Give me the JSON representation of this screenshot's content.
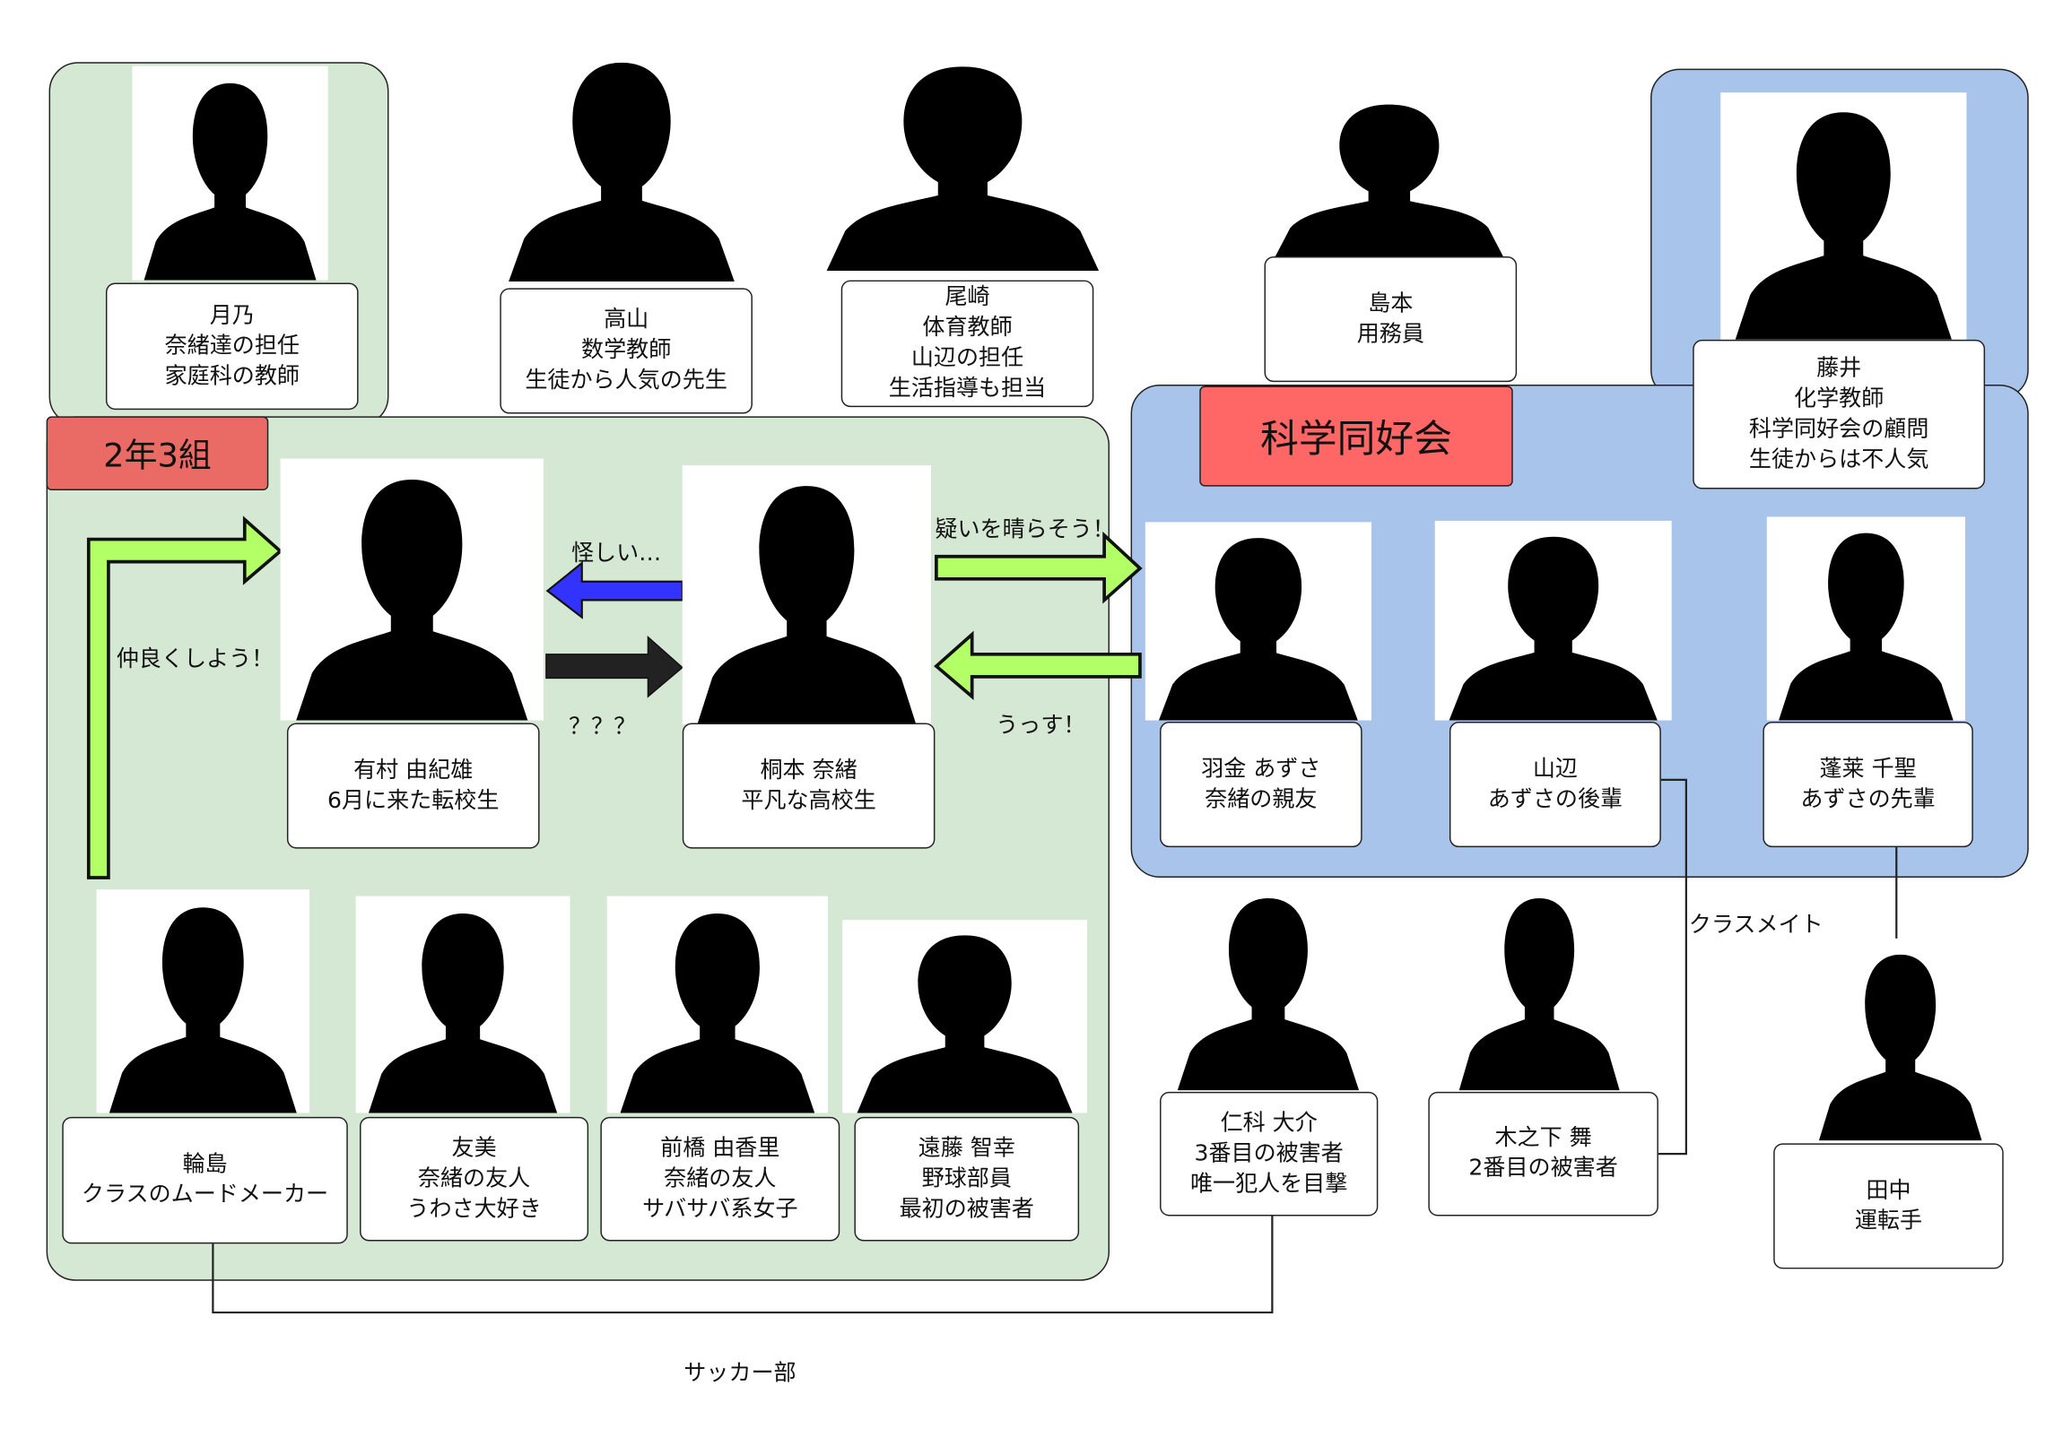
{
  "groups": {
    "class_label": "2年3組",
    "club_label": "科学同好会"
  },
  "colors": {
    "class_group": "#d5e8d4",
    "club_group": "#a9c4eb",
    "tag": "#ea6b66",
    "friendly_arrow": "#b3ff66",
    "suspicion_arrow": "#3333ff",
    "unknown_arrow": "#222222"
  },
  "people": {
    "tsukino": "月乃\n奈緒達の担任\n家庭科の教師",
    "takayama": "高山\n数学教師\n生徒から人気の先生",
    "ozaki": "尾崎\n体育教師\n山辺の担任\n生活指導も担当",
    "shimamoto": "島本\n用務員",
    "fujii": "藤井\n化学教師\n科学同好会の顧問\n生徒からは不人気",
    "arimura": "有村 由紀雄\n6月に来た転校生",
    "kirimoto": "桐本 奈緒\n平凡な高校生",
    "hagane": "羽金 あずさ\n奈緒の親友",
    "yamabe": "山辺\nあずさの後輩",
    "horai": "蓬莱 千聖\nあずさの先輩",
    "wajima": "輪島\nクラスのムードメーカー",
    "tomomi": "友美\n奈緒の友人\nうわさ大好き",
    "maebashi": "前橋 由香里\n奈緒の友人\nサバサバ系女子",
    "endo": "遠藤 智幸\n野球部員\n最初の被害者",
    "nishina": "仁科 大介\n3番目の被害者\n唯一犯人を目撃",
    "kinoshita": "木之下 舞\n2番目の被害者",
    "tanaka": "田中\n運転手"
  },
  "relations": {
    "lets_be_friends": "仲良くしよう！",
    "suspicious": "怪しい…",
    "unknown": "？？？",
    "clear_doubt": "疑いを晴らそう！",
    "ussu": "うっす！",
    "classmate": "クラスメイト",
    "soccer_club": "サッカー部"
  }
}
